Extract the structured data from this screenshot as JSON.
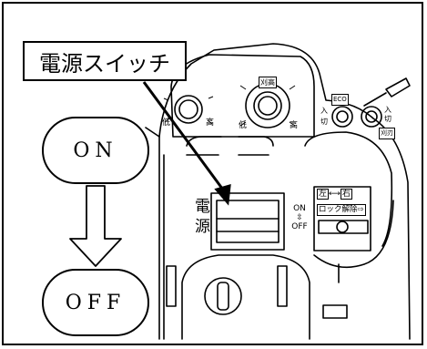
{
  "callout": {
    "label": "電源スイッチ"
  },
  "states": {
    "on": "ON",
    "off": "OFF"
  },
  "switch_labels": {
    "power_top": "電",
    "power_bottom": "源",
    "on": "ON",
    "arrow": "⇳",
    "off": "OFF"
  },
  "knob_labels": {
    "left_low": "低",
    "left_high": "高",
    "right_title": "刈高",
    "right_low": "低",
    "right_high": "高"
  },
  "eco_labels": {
    "eco": "ECO",
    "on": "入",
    "off": "切",
    "sw_on": "入",
    "sw_off": "切",
    "cut": "刈刃"
  },
  "lock_labels": {
    "left": "左",
    "arrows": "⟷",
    "right": "右",
    "release": "ロック解除⇨"
  }
}
